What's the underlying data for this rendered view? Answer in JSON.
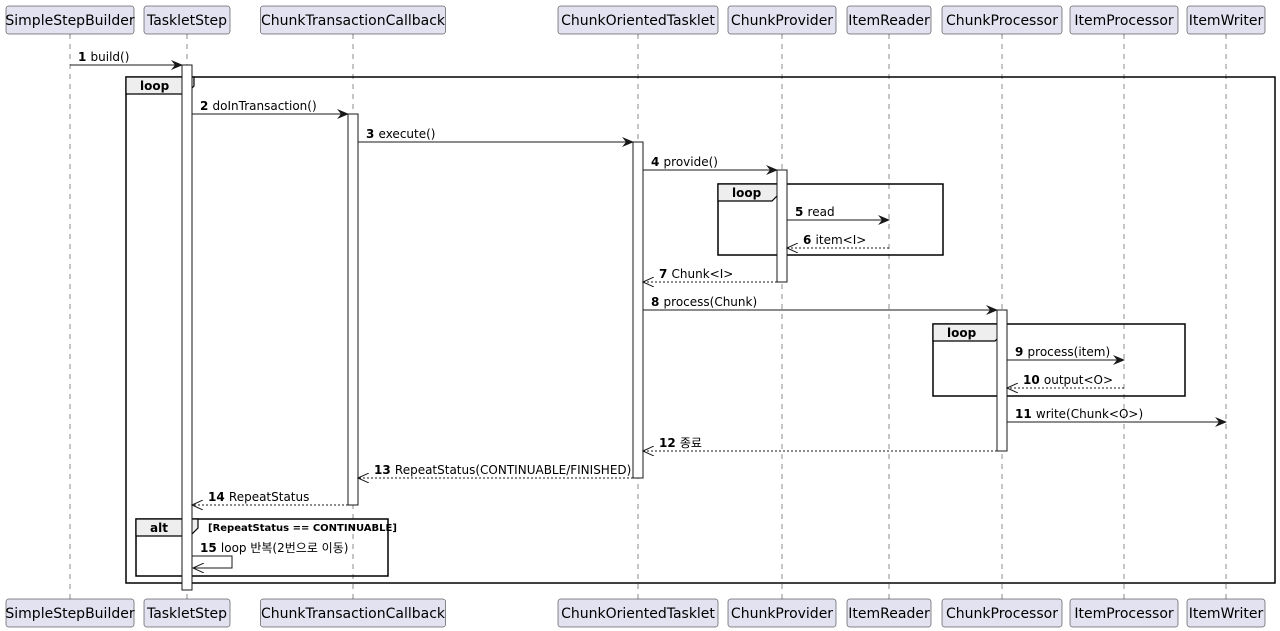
{
  "participants": [
    "SimpleStepBuilder",
    "TaskletStep",
    "ChunkTransactionCallback",
    "ChunkOrientedTasklet",
    "ChunkProvider",
    "ItemReader",
    "ChunkProcessor",
    "ItemProcessor",
    "ItemWriter"
  ],
  "fragments": [
    {
      "type": "loop",
      "guard": ""
    },
    {
      "type": "loop",
      "guard": ""
    },
    {
      "type": "loop",
      "guard": ""
    },
    {
      "type": "alt",
      "guard": "[RepeatStatus == CONTINUABLE]"
    }
  ],
  "messages": [
    {
      "num": "1",
      "text": "build()",
      "from": "SimpleStepBuilder",
      "to": "TaskletStep",
      "kind": "call"
    },
    {
      "num": "2",
      "text": "doInTransaction()",
      "from": "TaskletStep",
      "to": "ChunkTransactionCallback",
      "kind": "call"
    },
    {
      "num": "3",
      "text": "execute()",
      "from": "ChunkTransactionCallback",
      "to": "ChunkOrientedTasklet",
      "kind": "call"
    },
    {
      "num": "4",
      "text": "provide()",
      "from": "ChunkOrientedTasklet",
      "to": "ChunkProvider",
      "kind": "call"
    },
    {
      "num": "5",
      "text": "read",
      "from": "ChunkProvider",
      "to": "ItemReader",
      "kind": "call"
    },
    {
      "num": "6",
      "text": "item<I>",
      "from": "ItemReader",
      "to": "ChunkProvider",
      "kind": "return"
    },
    {
      "num": "7",
      "text": "Chunk<I>",
      "from": "ChunkProvider",
      "to": "ChunkOrientedTasklet",
      "kind": "return"
    },
    {
      "num": "8",
      "text": "process(Chunk)",
      "from": "ChunkOrientedTasklet",
      "to": "ChunkProcessor",
      "kind": "call"
    },
    {
      "num": "9",
      "text": "process(item)",
      "from": "ChunkProcessor",
      "to": "ItemProcessor",
      "kind": "call"
    },
    {
      "num": "10",
      "text": "output<O>",
      "from": "ItemProcessor",
      "to": "ChunkProcessor",
      "kind": "return"
    },
    {
      "num": "11",
      "text": "write(Chunk<O>)",
      "from": "ChunkProcessor",
      "to": "ItemWriter",
      "kind": "call"
    },
    {
      "num": "12",
      "text": "종료",
      "from": "ChunkProcessor",
      "to": "ChunkOrientedTasklet",
      "kind": "return"
    },
    {
      "num": "13",
      "text": "RepeatStatus(CONTINUABLE/FINISHED)",
      "from": "ChunkOrientedTasklet",
      "to": "ChunkTransactionCallback",
      "kind": "return"
    },
    {
      "num": "14",
      "text": "RepeatStatus",
      "from": "ChunkTransactionCallback",
      "to": "TaskletStep",
      "kind": "return"
    },
    {
      "num": "15",
      "text": "loop 반복(2번으로 이동)",
      "from": "TaskletStep",
      "to": "TaskletStep",
      "kind": "self"
    }
  ]
}
